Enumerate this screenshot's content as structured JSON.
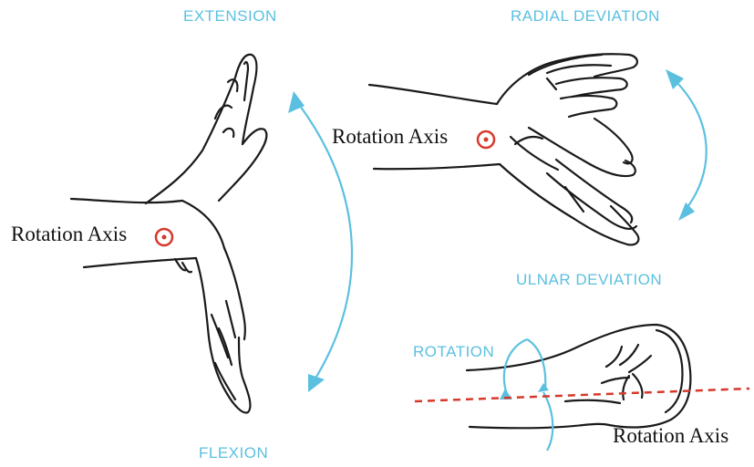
{
  "labels": {
    "extension": "EXTENSION",
    "flexion": "FLEXION",
    "radial_deviation": "RADIAL DEVIATION",
    "ulnar_deviation": "ULNAR DEVIATION",
    "rotation": "ROTATION"
  },
  "axis_labels": {
    "flexion_extension": "Rotation Axis",
    "deviation": "Rotation Axis",
    "rotation": "Rotation Axis"
  },
  "colors": {
    "arrow": "#5bc0e0",
    "axis_marker": "#d6392b",
    "axis_line": "#d6392b",
    "outline": "#1a1a1a"
  },
  "icons": {
    "axis_marker": "circled-dot-icon",
    "motion_arrow": "curved-double-arrow-icon"
  }
}
